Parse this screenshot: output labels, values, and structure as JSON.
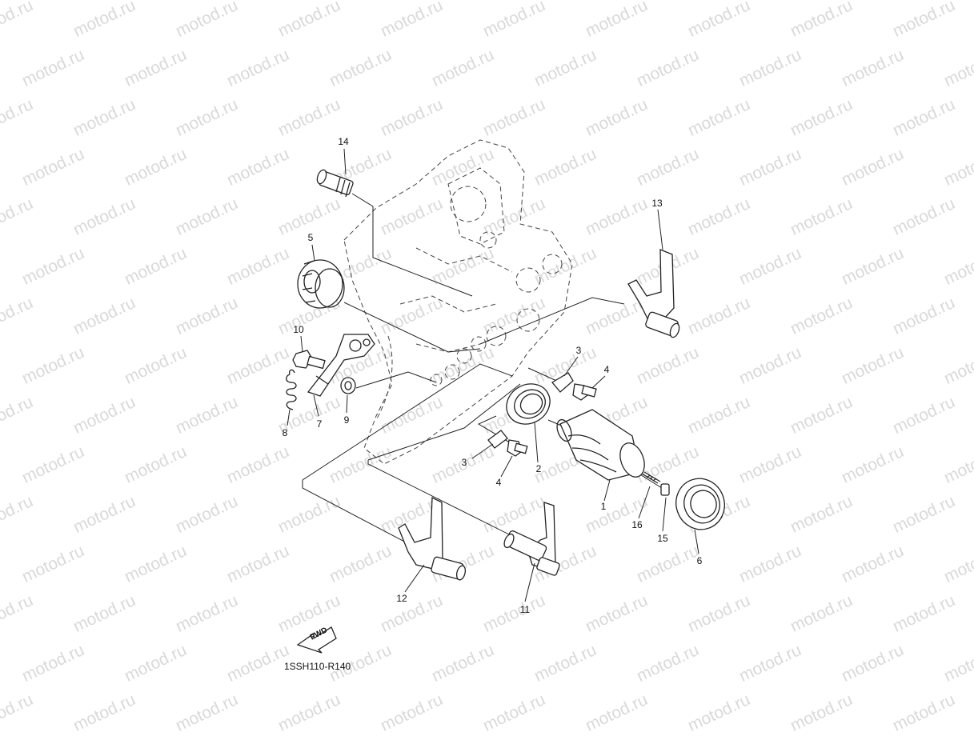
{
  "watermark": {
    "text": "motod.ru",
    "color": "#d9d9d9"
  },
  "diagram_code": "1SSH110-R140",
  "fwd_label": "FWD",
  "callouts": [
    {
      "id": "p1",
      "label": "1"
    },
    {
      "id": "p2",
      "label": "2"
    },
    {
      "id": "p3a",
      "label": "3"
    },
    {
      "id": "p3b",
      "label": "3"
    },
    {
      "id": "p4a",
      "label": "4"
    },
    {
      "id": "p4b",
      "label": "4"
    },
    {
      "id": "p5",
      "label": "5"
    },
    {
      "id": "p6",
      "label": "6"
    },
    {
      "id": "p7",
      "label": "7"
    },
    {
      "id": "p8",
      "label": "8"
    },
    {
      "id": "p9",
      "label": "9"
    },
    {
      "id": "p10",
      "label": "10"
    },
    {
      "id": "p11",
      "label": "11"
    },
    {
      "id": "p12",
      "label": "12"
    },
    {
      "id": "p13",
      "label": "13"
    },
    {
      "id": "p14",
      "label": "14"
    },
    {
      "id": "p15",
      "label": "15"
    },
    {
      "id": "p16",
      "label": "16"
    }
  ]
}
